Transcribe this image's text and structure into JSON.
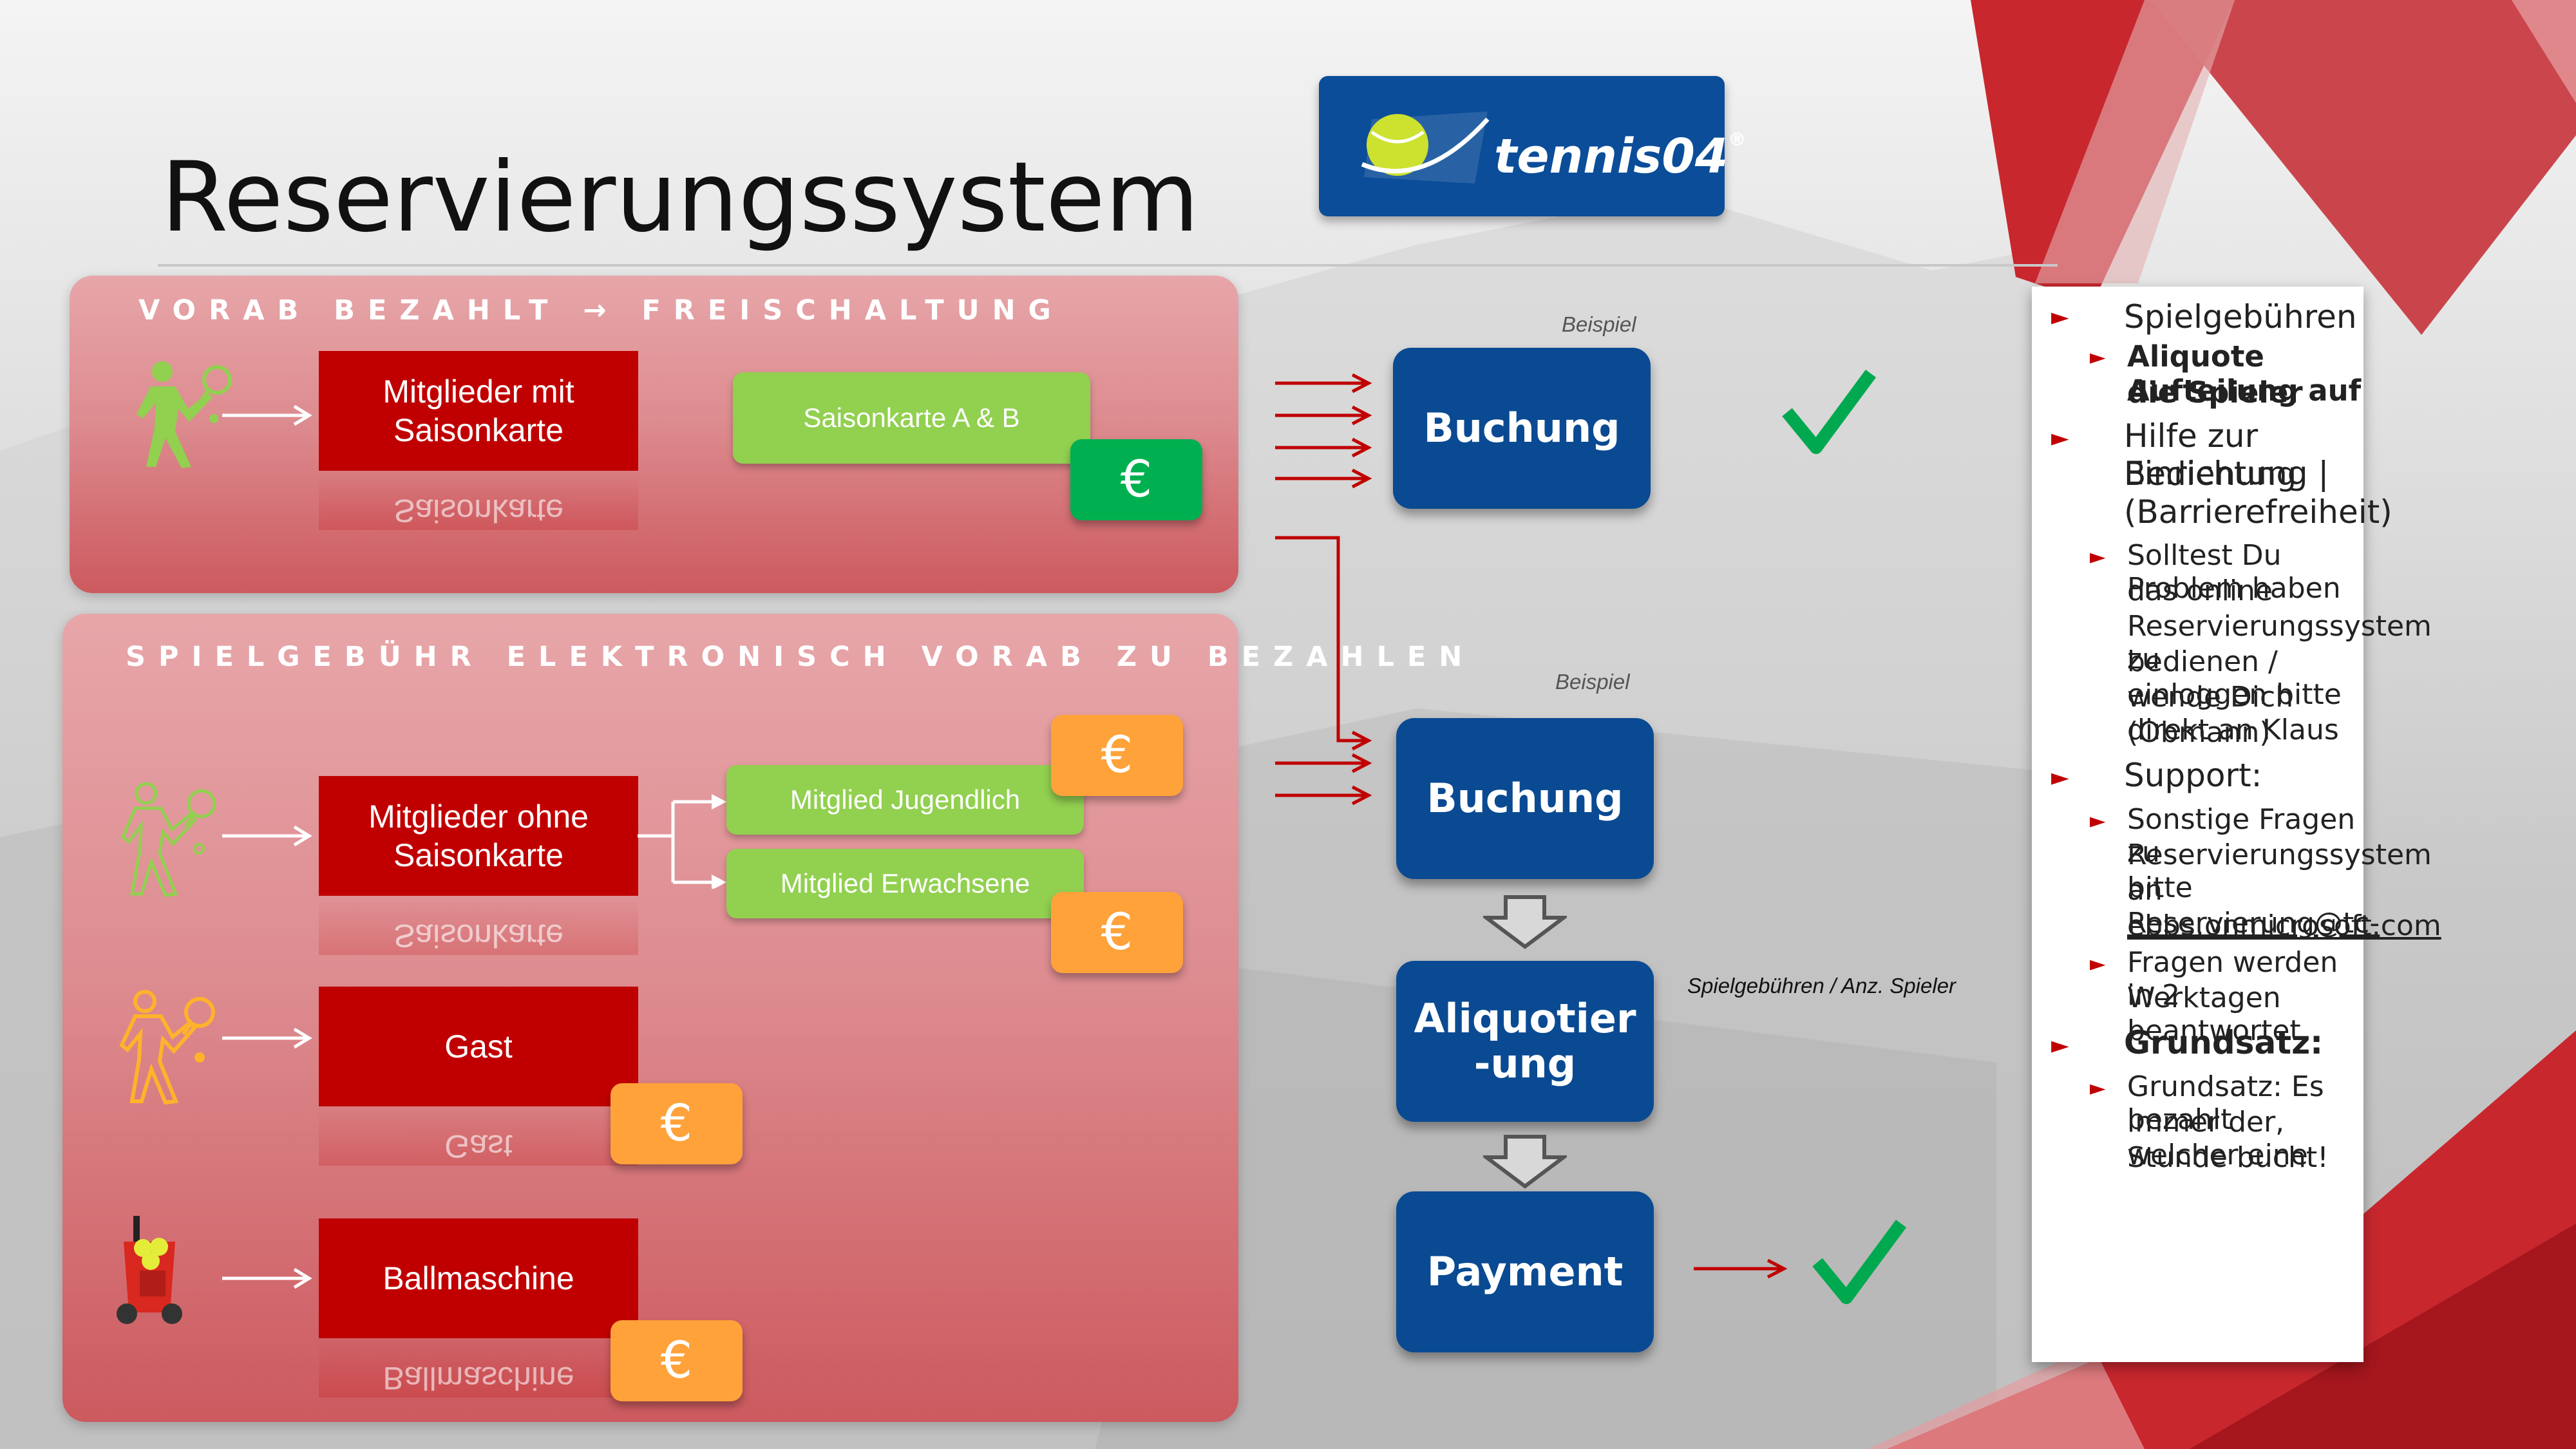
{
  "slide": {
    "title": "Reservierungssystem",
    "logo_text": "tennis04",
    "logo_reg": "®"
  },
  "panel1": {
    "header": "VORAB BEZAHLT → FREISCHALTUNG",
    "member_box": "Mitglieder mit Saisonkarte",
    "member_reflection": "Saisonkarte",
    "season_card": "Saisonkarte A & B",
    "euro": "€"
  },
  "panel2": {
    "header": "SPIELGEBÜHR ELEKTRONISCH VORAB ZU BEZAHLEN",
    "member_box": "Mitglieder ohne Saisonkarte",
    "member_reflection": "Saisonkarte",
    "youth": "Mitglied Jugendlich",
    "adult": "Mitglied Erwachsene",
    "guest": "Gast",
    "guest_reflection": "Gast",
    "machine": "Ballmaschine",
    "machine_reflection": "Ballmaschine",
    "euro": "€"
  },
  "flow": {
    "example1": "Beispiel",
    "booking1": "Buchung",
    "example2": "Beispiel",
    "booking2": "Buchung",
    "aliquot_line1": "Aliquotier",
    "aliquot_line2": "-ung",
    "aliquot_note": "Spielgebühren / Anz. Spieler",
    "payment": "Payment",
    "check": "✓"
  },
  "sidebar": {
    "h1": "Spielgebühren",
    "s1_l1": "Aliquote Aufteilung auf",
    "s1_l2": "die Spieler",
    "h2_l1": "Hilfe zur Einrichtung |",
    "h2_l2": "Bedienung",
    "h2_l3": "(Barrierefreiheit)",
    "s2_l1": "Solltest Du Problem haben",
    "s2_l2": "das online",
    "s2_l3": "Reservierungssystem zu",
    "s2_l4": "bedienen / einloggen bitte",
    "s2_l5": "wende Dich direkt an Klaus",
    "s2_l6": "(Obmann)",
    "h3": "Support:",
    "s3_l1": "Sonstige Fragen zu",
    "s3_l2": "Reservierungssystem bitte",
    "s3_l3_pre": "an ",
    "s3_l3_link": "Reservierung@tc-",
    "s3_l4_link": "ebbs.onmicrosoft.com",
    "s4_l1": "Fragen werden in 2",
    "s4_l2": "Werktagen beantwortet.",
    "h4": "Grundsatz:",
    "s5_l1": "Grundsatz: Es bezahlt",
    "s5_l2": "immer der, welcher eine",
    "s5_l3": "Stunde bucht!",
    "bullet": "►"
  }
}
